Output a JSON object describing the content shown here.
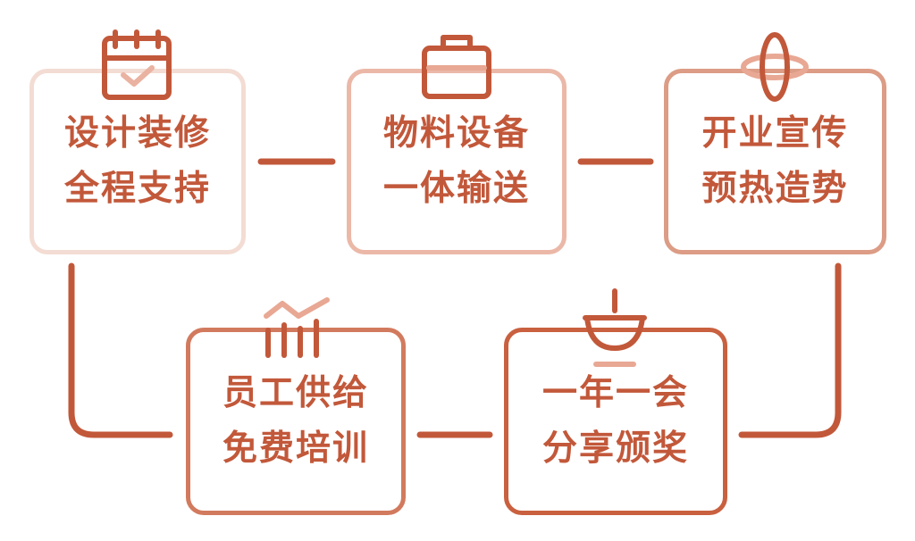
{
  "accent_color": "#c2583a",
  "boxes": [
    {
      "line1": "设计装修",
      "line2": "全程支持",
      "icon": "calendar-check-icon"
    },
    {
      "line1": "物料设备",
      "line2": "一体输送",
      "icon": "briefcase-icon"
    },
    {
      "line1": "开业宣传",
      "line2": "预热造势",
      "icon": "planet-ring-icon"
    },
    {
      "line1": "员工供给",
      "line2": "免费培训",
      "icon": "growth-chart-icon"
    },
    {
      "line1": "一年一会",
      "line2": "分享颁奖",
      "icon": "award-bowl-icon"
    }
  ]
}
